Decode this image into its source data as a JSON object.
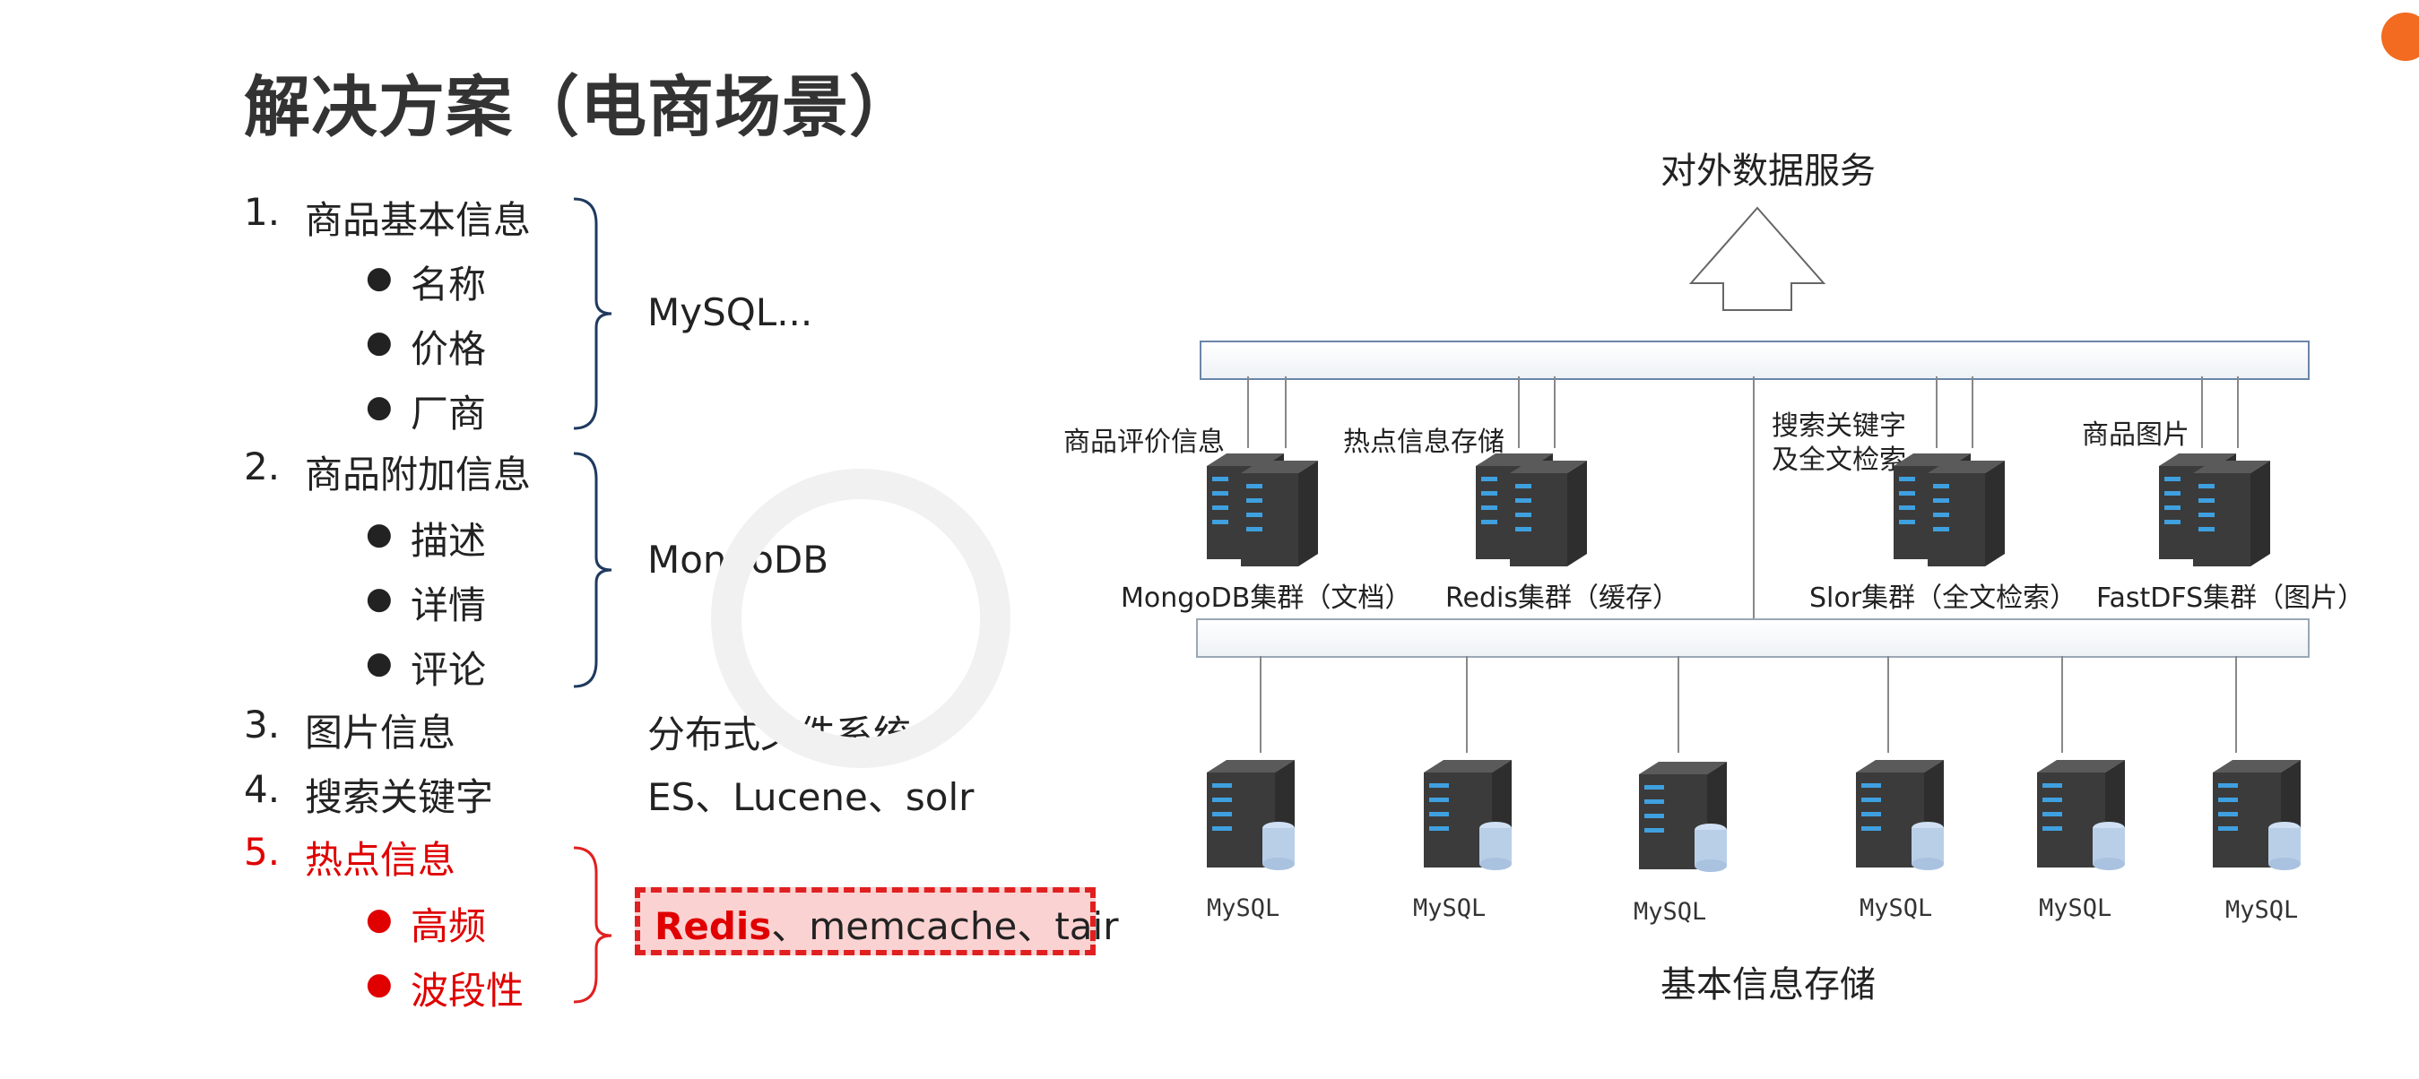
{
  "title": "解决方案（电商场景）",
  "list": [
    {
      "num": "1.",
      "label": "商品基本信息",
      "subs": [
        "名称",
        "价格",
        "厂商"
      ],
      "tech": "MySQL..."
    },
    {
      "num": "2.",
      "label": "商品附加信息",
      "subs": [
        "描述",
        "详情",
        "评论"
      ],
      "tech": "MongoDB"
    },
    {
      "num": "3.",
      "label": "图片信息",
      "tech": "分布式文件系统"
    },
    {
      "num": "4.",
      "label": "搜索关键字",
      "tech": "ES、Lucene、solr"
    },
    {
      "num": "5.",
      "label": "热点信息",
      "subs": [
        "高频",
        "波段性"
      ],
      "tech_bold": "Redis",
      "tech_rest": "、memcache、tair"
    }
  ],
  "diagram": {
    "top_label": "对外数据服务",
    "bottom_label": "基本信息存储",
    "small_labels": [
      "商品评价信息",
      "热点信息存储",
      "搜索关键字",
      "及全文检索",
      "商品图片"
    ],
    "clusters": [
      "MongoDB集群（文档）",
      "Redis集群（缓存）",
      "Slor集群（全文检索）",
      "FastDFS集群（图片）"
    ],
    "mysql": [
      "MySQL",
      "MySQL",
      "MySQL",
      "MySQL",
      "MySQL",
      "MySQL"
    ]
  },
  "colors": {
    "highlight": "#e00000",
    "bracket": "#1f3a5f",
    "logo": "#f26b21"
  }
}
